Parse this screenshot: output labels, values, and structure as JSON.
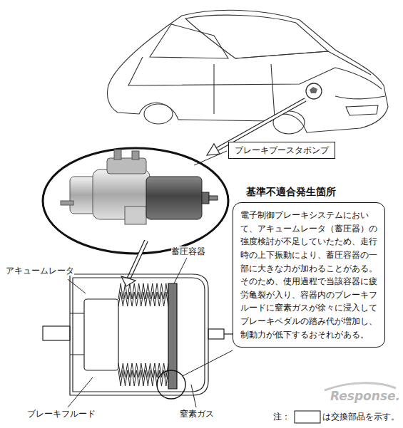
{
  "diagram": {
    "nodes": [
      {
        "text": [
          "ブレーキブースタポンプ"
        ]
      },
      {
        "text": [
          "基準不適合発生箇所",
          "電子制御ブレーキシステムにおいて、アキュームレータ（蓄圧器）の強度検討が不足していたため、走行時の上下振動により、蓄圧容器の一部に大きな力が加わることがある。そのため、使用過程で当該容器に疲労亀裂が入り、容器内のブレーキフルードに窒素ガスが徐々に浸入してブレーキペダルの踏み代が増加し、制動力が低下するおそれがある。"
        ]
      }
    ],
    "labels": [
      "アキュームレータ",
      "蓄圧容器",
      "窒素ガス",
      "ブレーキフルード",
      "注：",
      "は交換部品を示す。",
      "Response."
    ]
  }
}
